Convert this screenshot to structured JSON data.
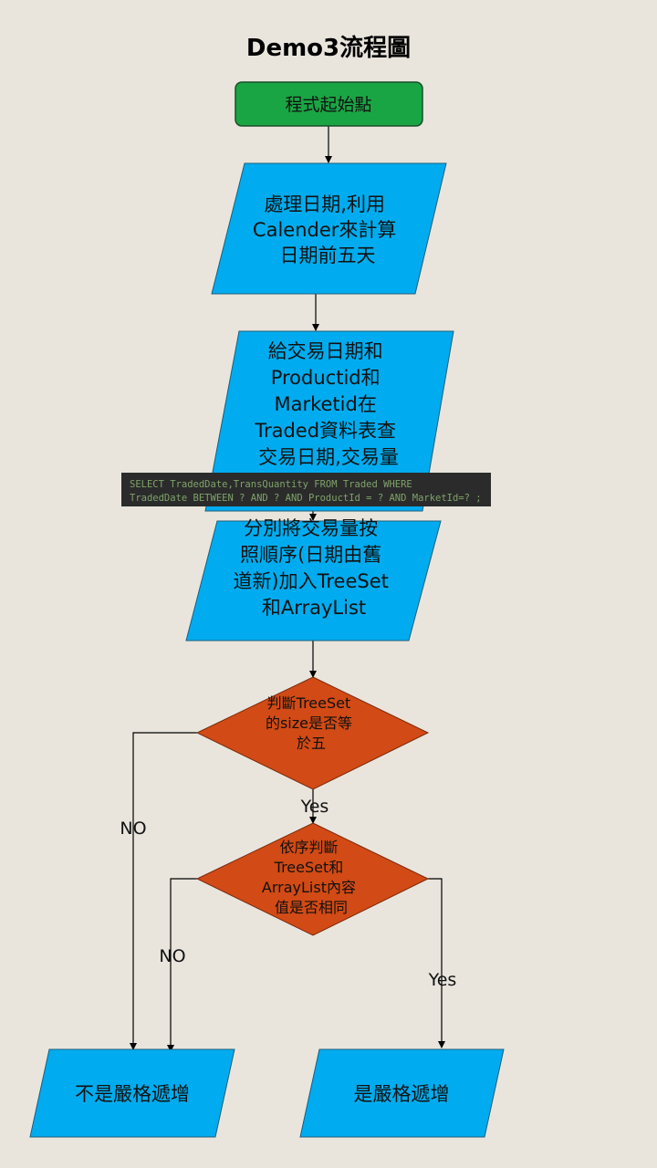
{
  "title": "Demo3流程圖",
  "colors": {
    "start_fill": "#1aa544",
    "process_fill": "#00acef",
    "decision_fill": "#d24a15",
    "sql_bg": "#2b2b2b",
    "sql_text": "#7fa36a",
    "line": "#000000",
    "background": "#e9e5dd"
  },
  "nodes": {
    "start": {
      "lines": [
        "程式起始點"
      ]
    },
    "date_process": {
      "lines": [
        "處理日期,利用",
        "Calender來計算",
        "日期前五天"
      ]
    },
    "query": {
      "lines": [
        "給交易日期和",
        "Productid和",
        "Marketid在",
        "Traded資料表查",
        "交易日期,交易量"
      ]
    },
    "sql_note": {
      "lines": [
        "SELECT TradedDate,TransQuantity FROM Traded WHERE",
        "TradedDate BETWEEN ? AND ? AND ProductId = ? AND MarketId=? ;"
      ]
    },
    "add_sets": {
      "lines": [
        "分別將交易量按",
        "照順序(日期由舊",
        "道新)加入TreeSet",
        "和ArrayList"
      ]
    },
    "decision_size": {
      "lines": [
        "判斷TreeSet",
        "的size是否等",
        "於五"
      ]
    },
    "decision_order": {
      "lines": [
        "依序判斷",
        "TreeSet和",
        "ArrayList內容",
        "值是否相同"
      ]
    },
    "not_increasing": {
      "lines": [
        "不是嚴格遞增"
      ]
    },
    "increasing": {
      "lines": [
        "是嚴格遞增"
      ]
    }
  },
  "edge_labels": {
    "size_yes": "Yes",
    "size_no": "NO",
    "order_no": "NO",
    "order_yes": "Yes"
  }
}
